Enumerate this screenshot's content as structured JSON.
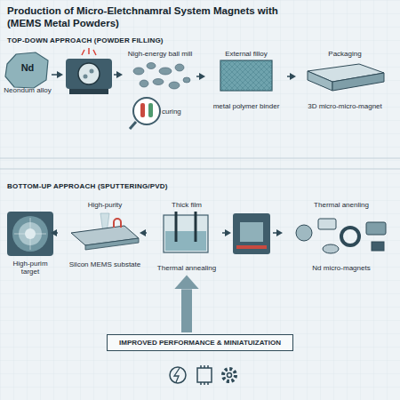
{
  "diagram": {
    "title": "Production of Micro-Eletchnamral System Magnets with (MEMS Metal Powders)",
    "nodes": [
      {
        "text": [
          "Nd",
          "Neondum alloy"
        ]
      },
      {
        "text": [
          "Nigh-energy ball mill"
        ]
      },
      {
        "text": [
          "curing"
        ]
      },
      {
        "text": [
          "External filloy",
          "metal polymer binder"
        ]
      },
      {
        "text": [
          "Packaging",
          "3D micro-micro-magnet"
        ]
      },
      {
        "text": [
          "High-purim target"
        ]
      },
      {
        "text": [
          "High-purity",
          "Silcon MEMS substate"
        ]
      },
      {
        "text": [
          "Thick film",
          "Thermal annealing"
        ]
      },
      {
        "text": [
          "Thermal anenling",
          "Nd micro-magnets"
        ]
      },
      {
        "text": [
          "IMPROVED PERFORMANCE & MINIATUIZATION"
        ]
      }
    ],
    "edges": [
      {
        "from": 1,
        "to": 3,
        "arrow": "to"
      },
      {
        "from": 3,
        "to": 4,
        "arrow": "to"
      },
      {
        "from": 5,
        "to": 6,
        "arrow": "to"
      },
      {
        "from": 6,
        "to": 7,
        "arrow": "to"
      },
      {
        "from": 9,
        "to": 7,
        "arrow": "to"
      }
    ],
    "labels": [
      "TOP-DOWN APPROACH (POWDER FILLING)",
      "BOTTOM-UP APPROACH (SPUTTERING/PVD)"
    ]
  }
}
